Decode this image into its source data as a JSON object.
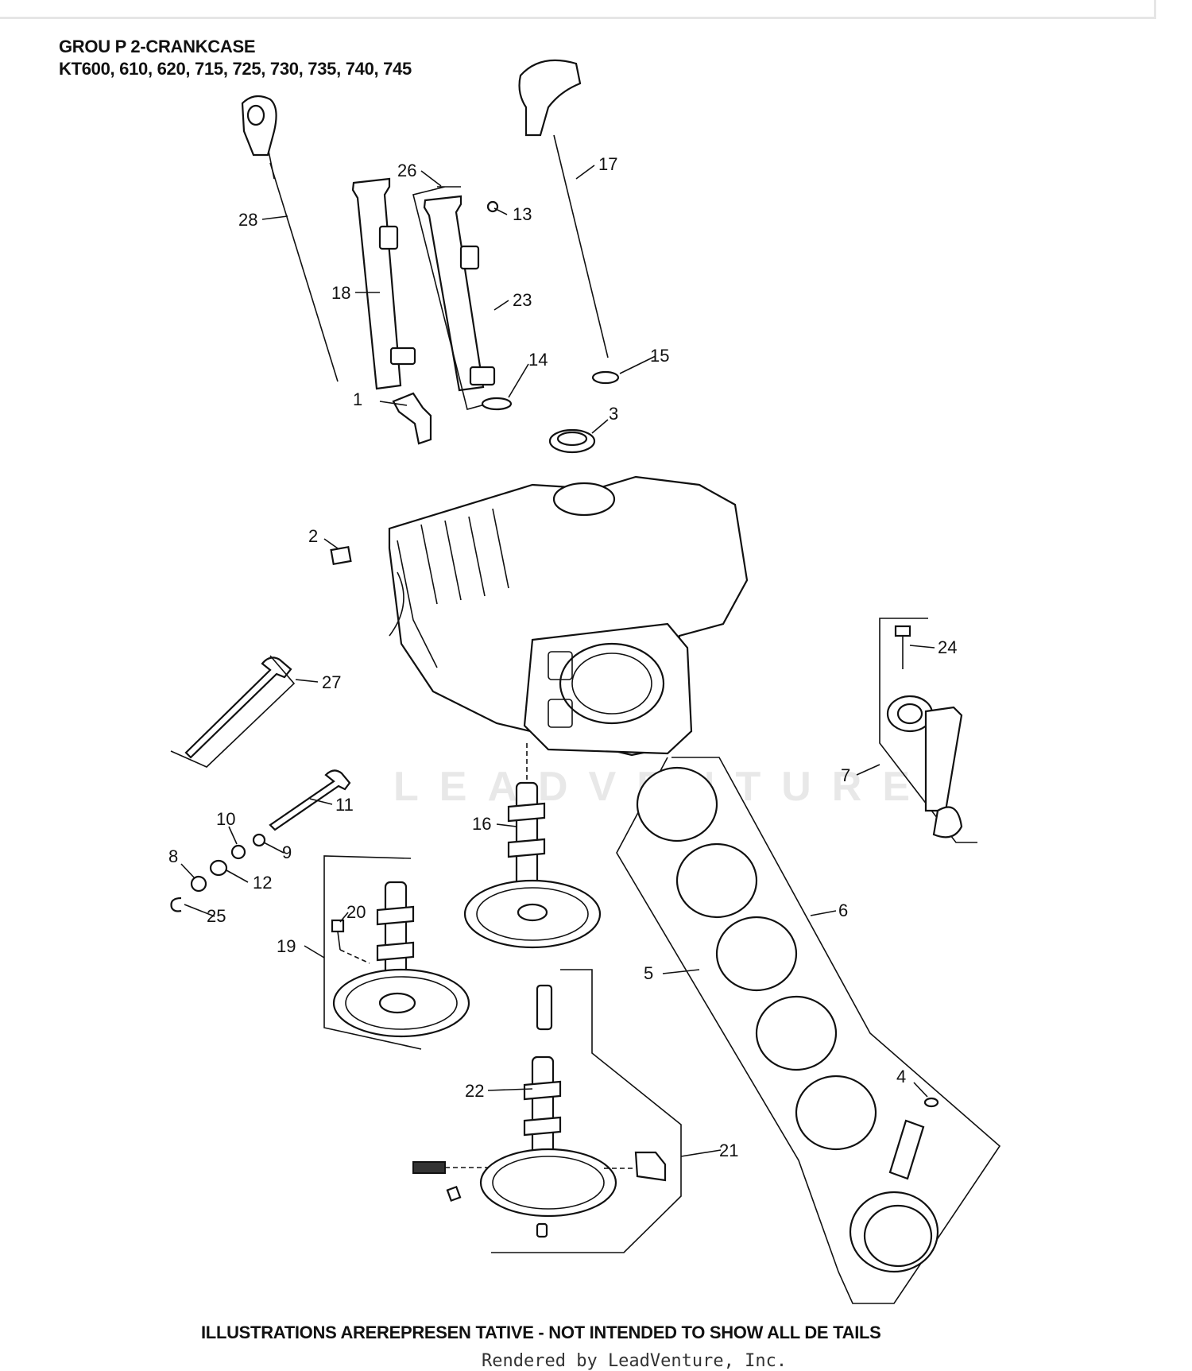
{
  "title": {
    "line1": "GROU P 2-CRANKCASE",
    "line2": "KT600, 610, 620, 715, 725, 730, 735, 740, 745"
  },
  "callouts": [
    "1",
    "2",
    "3",
    "4",
    "5",
    "6",
    "7",
    "8",
    "9",
    "10",
    "11",
    "12",
    "13",
    "14",
    "15",
    "16",
    "17",
    "18",
    "19",
    "20",
    "21",
    "22",
    "23",
    "24",
    "25",
    "26",
    "27",
    "28"
  ],
  "watermark": "LEADVENTURE",
  "footer": "ILLUSTRATIONS AREREPRESEN   TATIVE - NOT INTENDED   TO SHOW  ALL DE TAILS",
  "rendered_by": "Rendered by LeadVenture, Inc."
}
